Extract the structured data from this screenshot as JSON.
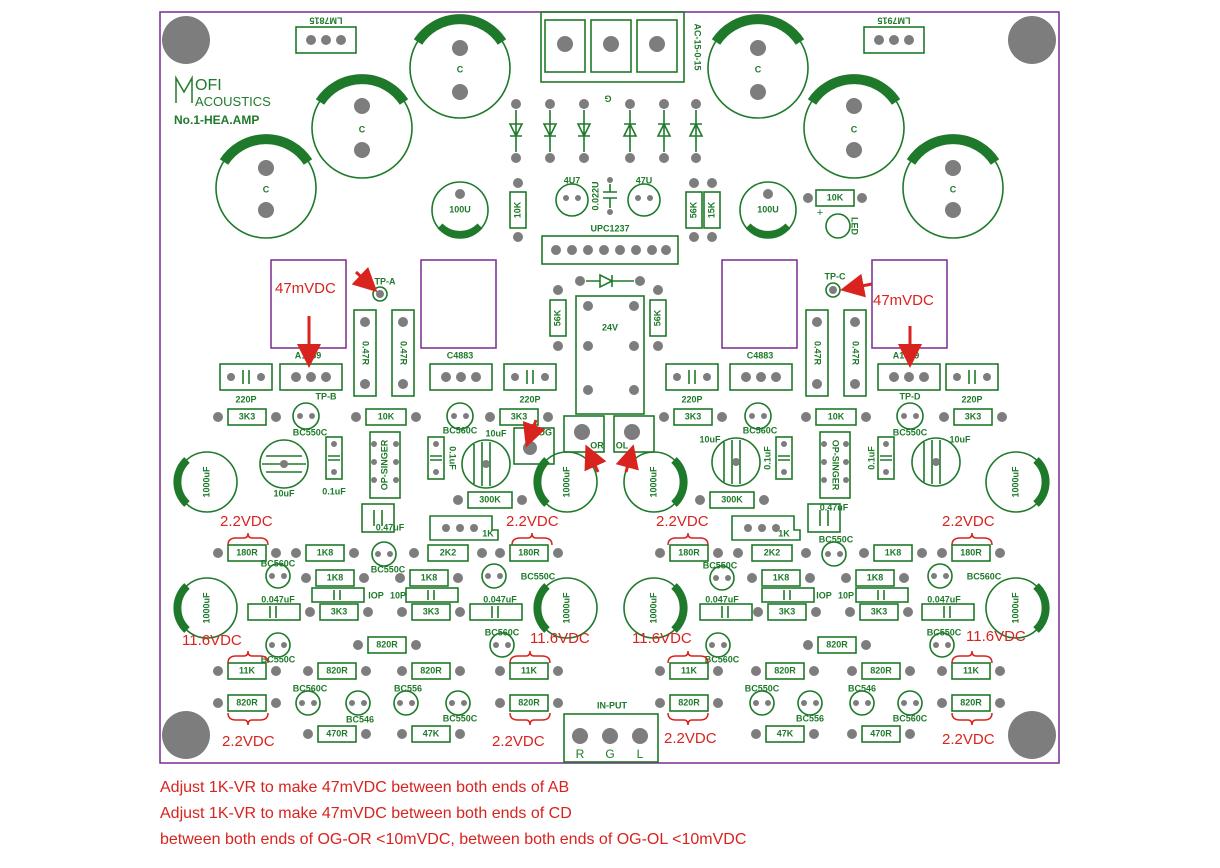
{
  "colors": {
    "outline": "#7b2a8f",
    "silk": "#1e7a2a",
    "pad": "#7d7d7d",
    "annotation": "#d8231f",
    "background": "#ffffff"
  },
  "brand": {
    "line1": "OFI",
    "line2": "ACOUSTICS",
    "line3": "No.1-HEA.AMP"
  },
  "regulators": {
    "left": "LM7815",
    "right": "LM7915"
  },
  "transformer": "AC-15-0-15",
  "ground": "G",
  "caps": {
    "big": "C",
    "ps": "100U",
    "mid": "4U7",
    "mid2": "47U",
    "film": "0.022U",
    "out": "1000uF",
    "small": "10uF"
  },
  "ic": "UPC1237",
  "relay": "24V",
  "res": {
    "r10k": "10K",
    "r56k": "56K",
    "r15k": "15K",
    "r047": "0.47R",
    "r3k3": "3K3",
    "r300k": "300K",
    "r180": "180R",
    "r1k8": "1K8",
    "r2k2": "2K2",
    "r820": "820R",
    "r11k": "11K",
    "r470": "470R",
    "r47k": "47K"
  },
  "caps_small": {
    "c220p": "220P",
    "c01": "0.1uF",
    "c047": "0.47uF",
    "c0047": "0.047uF",
    "c10p": "10P",
    "c10p_alt": "IOP"
  },
  "transistors": {
    "a1859": "A1859",
    "c4883": "C4883",
    "bc550": "BC550C",
    "bc560": "BC560C",
    "bc556": "BC556",
    "bc546": "BC546"
  },
  "opamp": "OP-SINGER",
  "vr": "1K",
  "led": "LED",
  "testpoints": {
    "a": "TP-A",
    "b": "TP-B",
    "c": "TP-C",
    "d": "TP-D"
  },
  "outputs": {
    "og": "OG",
    "or": "OR",
    "ol": "OL"
  },
  "input": {
    "title": "IN-PUT",
    "r": "R",
    "g": "G",
    "l": "L"
  },
  "annotations": {
    "tp_voltage": "47mVDC",
    "v22": "2.2VDC",
    "v116": "11.6VDC"
  },
  "instructions": [
    "Adjust 1K-VR to make 47mVDC between both ends of AB",
    "Adjust 1K-VR to make 47mVDC between both ends of CD",
    "between both ends of OG-OR <10mVDC, between both ends of OG-OL <10mVDC"
  ]
}
